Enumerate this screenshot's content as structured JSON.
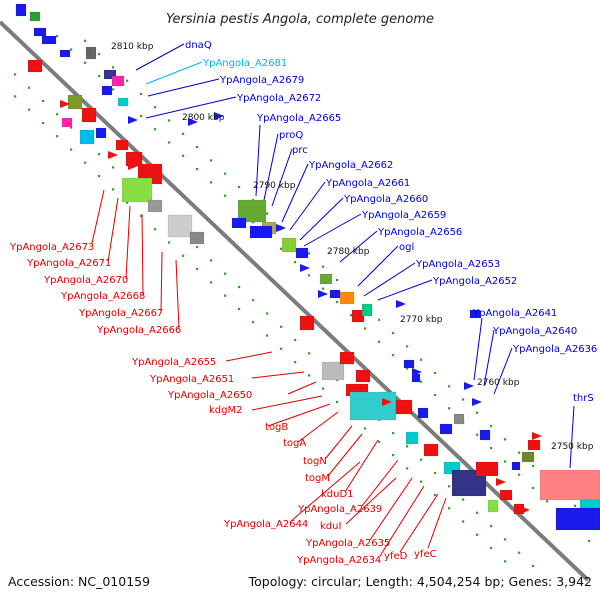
{
  "title": "Yersinia pestis Angola, complete genome",
  "footer": {
    "accession": "Accession: NC_010159",
    "topology": "Topology: circular; Length: 4,504,254 bp; Genes: 3,942"
  },
  "colors": {
    "backbone": "#808080",
    "plus_strand": "#1a1aee",
    "minus_strand": "#ee1111",
    "label_blue": "#0000cc",
    "label_cyan": "#00b7e0",
    "label_red": "#dd0000"
  },
  "kbp_labels": [
    "2810 kbp",
    "2800 kbp",
    "2790 kbp",
    "2780 kbp",
    "2770 kbp",
    "2760 kbp",
    "2750 kbp"
  ],
  "upper_labels": [
    "dnaQ",
    "YpAngola_A2681",
    "YpAngola_A2679",
    "YpAngola_A2672",
    "YpAngola_A2665",
    "proQ",
    "prc",
    "YpAngola_A2662",
    "YpAngola_A2661",
    "YpAngola_A2660",
    "YpAngola_A2659",
    "YpAngola_A2656",
    "ogl",
    "YpAngola_A2653",
    "YpAngola_A2652",
    "YpAngola_A2641",
    "YpAngola_A2640",
    "YpAngola_A2636",
    "thrS"
  ],
  "lower_left_labels": [
    "YpAngola_A2673",
    "YpAngola_A2671",
    "YpAngola_A2670",
    "YpAngola_A2668",
    "YpAngola_A2667",
    "YpAngola_A2666"
  ],
  "lower_labels": [
    "YpAngola_A2655",
    "YpAngola_A2651",
    "YpAngola_A2650",
    "kdgM2",
    "togB",
    "togA",
    "togN",
    "togM",
    "kduD1",
    "YpAngola_A2639",
    "YpAngola_A2644",
    "kduI",
    "YpAngola_A2635",
    "YpAngola_A2634",
    "yfeD",
    "yfeC"
  ]
}
